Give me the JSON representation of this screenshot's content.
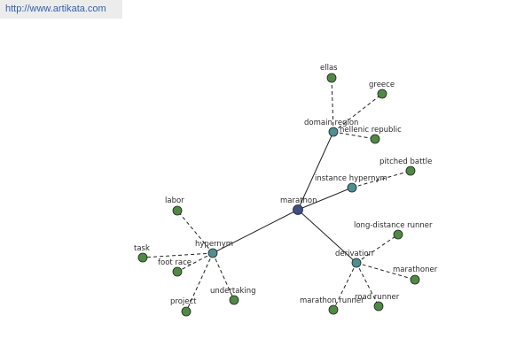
{
  "banner": {
    "url": "http://www.artikata.com"
  },
  "graph": {
    "nodes": [
      {
        "id": "marathon",
        "label": "marathon",
        "kind": "center"
      },
      {
        "id": "domain_region",
        "label": "domain region",
        "kind": "relation"
      },
      {
        "id": "instance_hypernym",
        "label": "instance hypernym",
        "kind": "relation"
      },
      {
        "id": "hypernym",
        "label": "hypernym",
        "kind": "relation"
      },
      {
        "id": "derivation",
        "label": "derivation",
        "kind": "relation"
      },
      {
        "id": "ellas",
        "label": "ellas",
        "kind": "term"
      },
      {
        "id": "greece",
        "label": "greece",
        "kind": "term"
      },
      {
        "id": "hellenic_republic",
        "label": "hellenic republic",
        "kind": "term"
      },
      {
        "id": "pitched_battle",
        "label": "pitched battle",
        "kind": "term"
      },
      {
        "id": "labor",
        "label": "labor",
        "kind": "term"
      },
      {
        "id": "task",
        "label": "task",
        "kind": "term"
      },
      {
        "id": "foot_race",
        "label": "foot race",
        "kind": "term"
      },
      {
        "id": "project",
        "label": "project",
        "kind": "term"
      },
      {
        "id": "undertaking",
        "label": "undertaking",
        "kind": "term"
      },
      {
        "id": "long_distance_runner",
        "label": "long-distance runner",
        "kind": "term"
      },
      {
        "id": "marathoner",
        "label": "marathoner",
        "kind": "term"
      },
      {
        "id": "road_runner",
        "label": "road runner",
        "kind": "term"
      },
      {
        "id": "marathon_runner",
        "label": "marathon runner",
        "kind": "term"
      }
    ],
    "edges": [
      {
        "from": "marathon",
        "to": "domain_region",
        "style": "solid"
      },
      {
        "from": "marathon",
        "to": "instance_hypernym",
        "style": "solid"
      },
      {
        "from": "marathon",
        "to": "hypernym",
        "style": "solid"
      },
      {
        "from": "marathon",
        "to": "derivation",
        "style": "solid"
      },
      {
        "from": "domain_region",
        "to": "ellas",
        "style": "dashed"
      },
      {
        "from": "domain_region",
        "to": "greece",
        "style": "dashed"
      },
      {
        "from": "domain_region",
        "to": "hellenic_republic",
        "style": "dashed"
      },
      {
        "from": "instance_hypernym",
        "to": "pitched_battle",
        "style": "dashed"
      },
      {
        "from": "hypernym",
        "to": "labor",
        "style": "dashed"
      },
      {
        "from": "hypernym",
        "to": "task",
        "style": "dashed"
      },
      {
        "from": "hypernym",
        "to": "foot_race",
        "style": "dashed"
      },
      {
        "from": "hypernym",
        "to": "project",
        "style": "dashed"
      },
      {
        "from": "hypernym",
        "to": "undertaking",
        "style": "dashed"
      },
      {
        "from": "derivation",
        "to": "long_distance_runner",
        "style": "dashed"
      },
      {
        "from": "derivation",
        "to": "marathoner",
        "style": "dashed"
      },
      {
        "from": "derivation",
        "to": "road_runner",
        "style": "dashed"
      },
      {
        "from": "derivation",
        "to": "marathon_runner",
        "style": "dashed"
      }
    ]
  },
  "colors": {
    "center": "#3e4f86",
    "relation": "#4f8f92",
    "term": "#4f8a44",
    "stroke": "#222222"
  }
}
